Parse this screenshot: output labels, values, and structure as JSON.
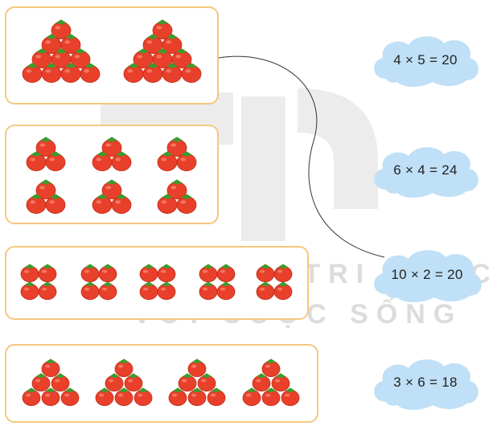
{
  "colors": {
    "panel_border": "#f4c77e",
    "cloud_fill": "#bfe0f6",
    "tomato_red": "#e8402a",
    "tomato_dark": "#c22b18",
    "leaf_green": "#3f9a2e",
    "line": "#333333",
    "watermark": "#d8d8d8"
  },
  "groups": [
    {
      "name": "group-2-of-10",
      "arrangement": "triangle-10",
      "count": 2
    },
    {
      "name": "group-6-of-3",
      "arrangement": "triangle-3",
      "count": 6
    },
    {
      "name": "group-5-of-4",
      "arrangement": "square-4",
      "count": 5
    },
    {
      "name": "group-4-of-6",
      "arrangement": "triangle-6",
      "count": 4
    }
  ],
  "expressions": [
    {
      "text": "4 × 5 = 20"
    },
    {
      "text": "6 × 4 = 24"
    },
    {
      "text": "10 × 2 = 20"
    },
    {
      "text": "3 × 6 = 18"
    }
  ],
  "watermark": {
    "line1": "KẾT NỐI TRI THỨC",
    "line2": "VỚI CUỘC SỐNG"
  }
}
